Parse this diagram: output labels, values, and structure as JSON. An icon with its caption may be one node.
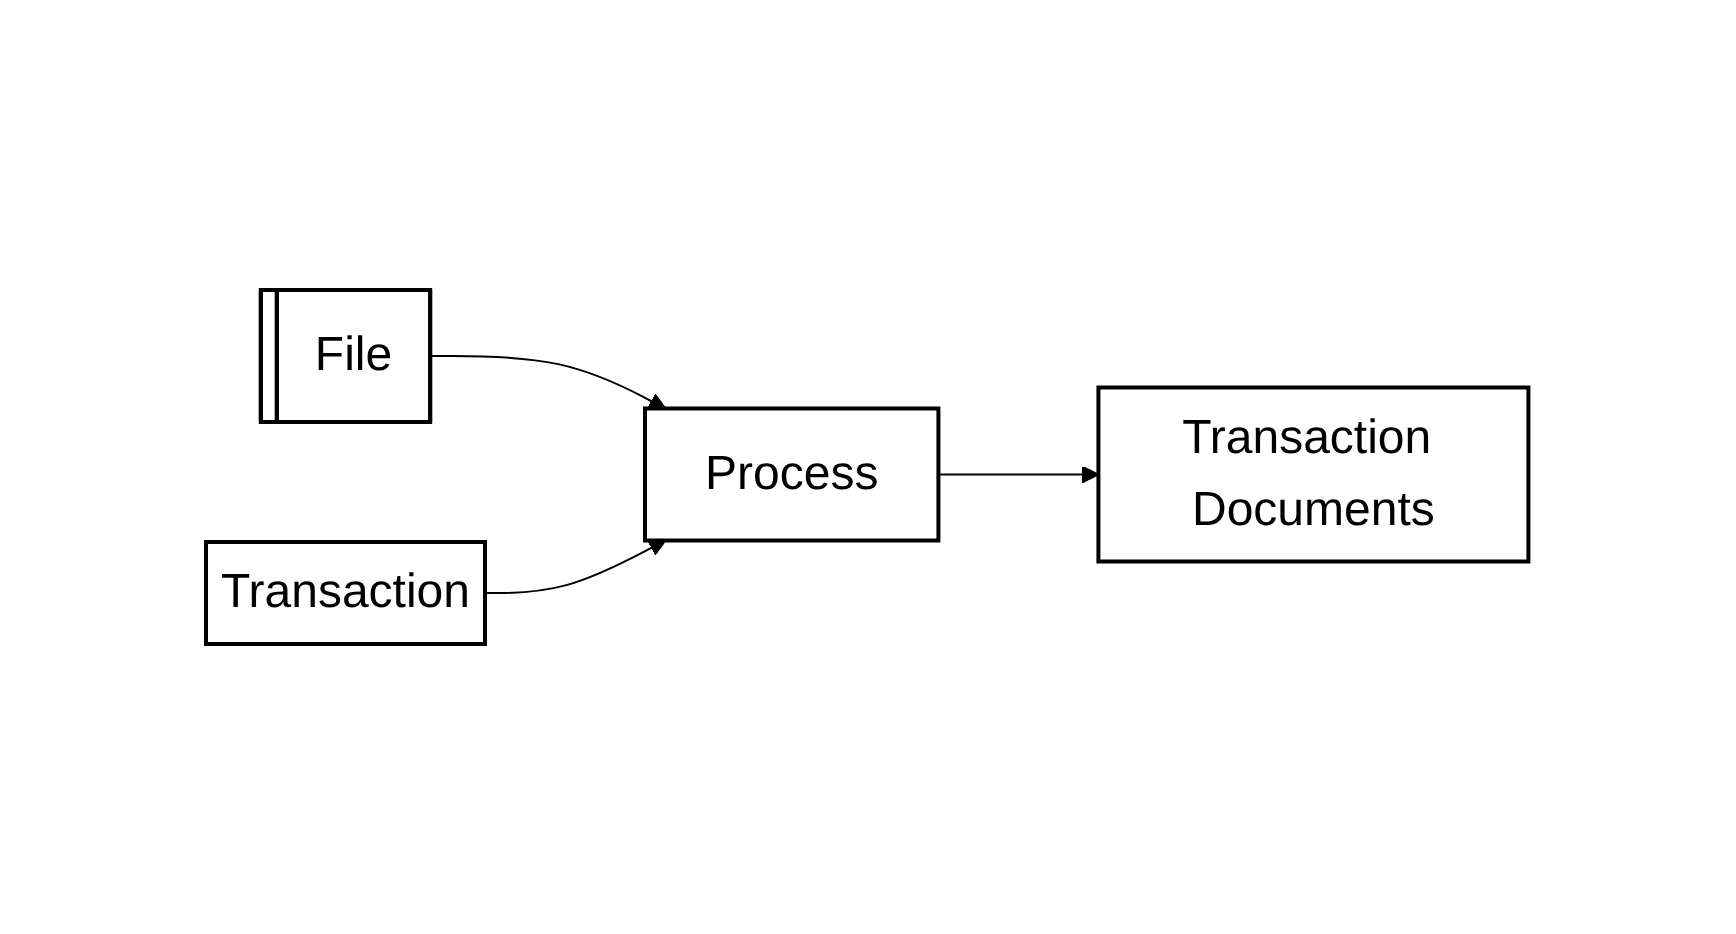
{
  "diagram": {
    "nodes": [
      {
        "text": [
          "File"
        ]
      },
      {
        "text": [
          "Process"
        ]
      },
      {
        "text": [
          "Transaction"
        ]
      },
      {
        "text": [
          "Transaction Documents"
        ]
      }
    ],
    "edges": [
      {
        "from": 0,
        "to": 1,
        "arrow": "to"
      },
      {
        "from": 2,
        "to": 1,
        "arrow": "to"
      },
      {
        "from": 1,
        "to": 3,
        "arrow": "to"
      }
    ]
  }
}
